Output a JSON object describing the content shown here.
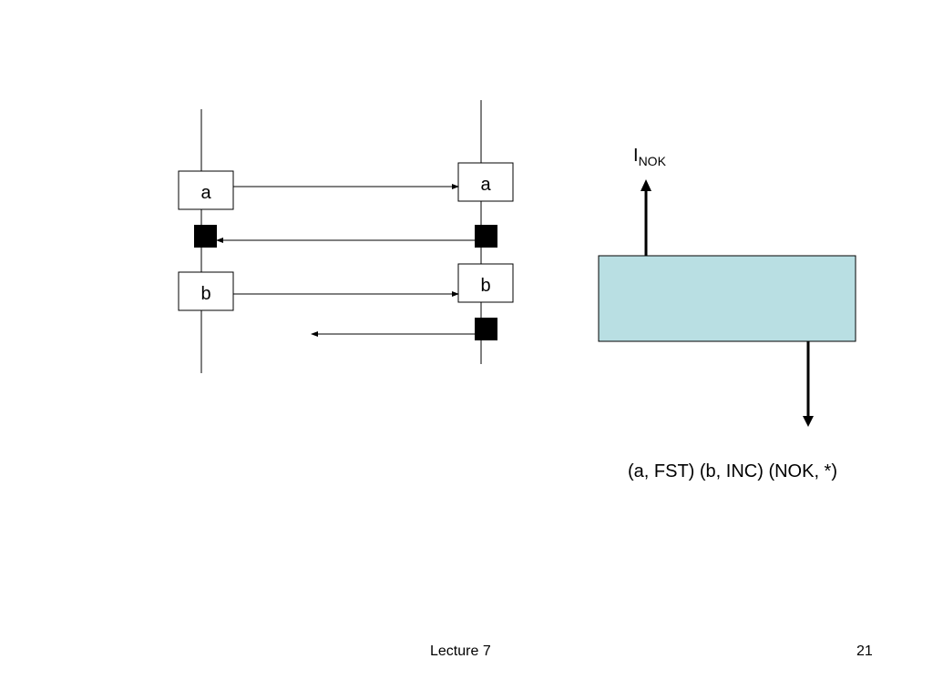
{
  "diagram": {
    "left_boxes": [
      "a",
      "b"
    ],
    "right_boxes": [
      "a",
      "b"
    ],
    "signal": {
      "main": "I",
      "subscript": "NOK"
    },
    "sequence_text": "(a, FST) (b, INC) (NOK, *)",
    "colors": {
      "process_box_fill": "#b9dfe3",
      "marker_fill": "#000000",
      "line": "#000000"
    }
  },
  "footer": {
    "title": "Lecture 7",
    "page_number": "21"
  }
}
